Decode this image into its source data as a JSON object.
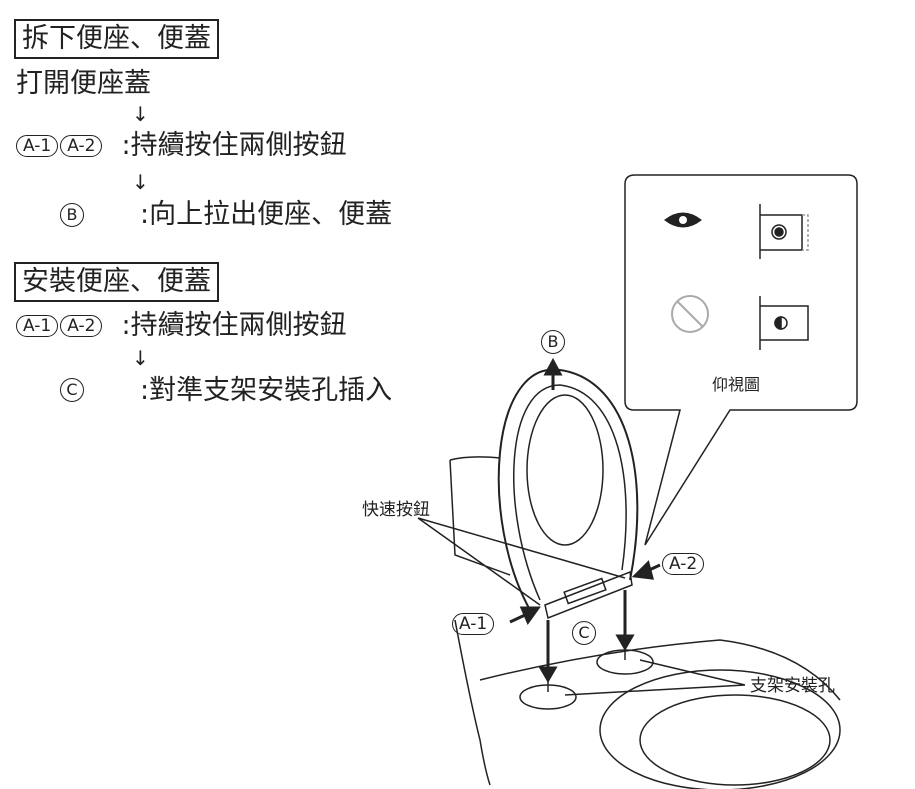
{
  "remove_section": {
    "title": "拆下便座、便蓋",
    "step1": "打開便座蓋",
    "step2_labels": [
      "A-1",
      "A-2"
    ],
    "step2_text": ":持續按住兩側按鈕",
    "step3_label": "B",
    "step3_text": ":向上拉出便座、便蓋"
  },
  "install_section": {
    "title": "安裝便座、便蓋",
    "step1_labels": [
      "A-1",
      "A-2"
    ],
    "step1_text": ":持續按住兩側按鈕",
    "step2_label": "C",
    "step2_text": ":對準支架安裝孔插入"
  },
  "callout": {
    "caption": "仰視圖"
  },
  "illustration": {
    "label_b": "B",
    "label_c": "C",
    "label_a1": "A-1",
    "label_a2": "A-2",
    "quick_button": "快速按鈕",
    "bracket_hole": "支架安裝孔"
  }
}
